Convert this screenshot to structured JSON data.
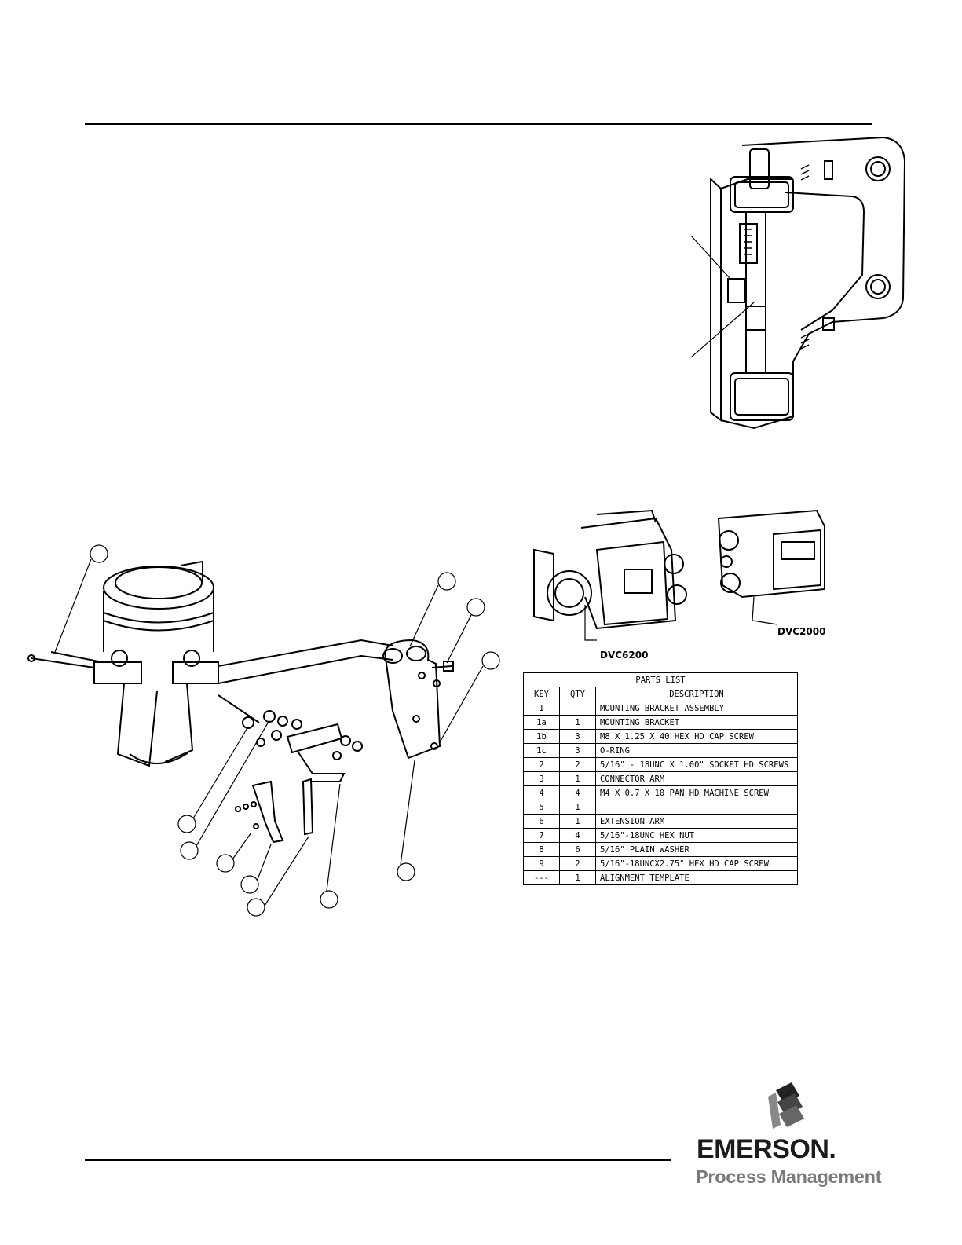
{
  "page": {
    "brand": {
      "name": "EMERSON.",
      "subtitle": "Process Management"
    }
  },
  "product_labels": {
    "dvc6200": "DVC6200",
    "dvc2000": "DVC2000"
  },
  "parts_list": {
    "title": "PARTS LIST",
    "headers": {
      "key": "KEY",
      "qty": "QTY",
      "description": "DESCRIPTION"
    },
    "rows": [
      {
        "key": "1",
        "qty": "",
        "description": "MOUNTING BRACKET ASSEMBLY"
      },
      {
        "key": "1a",
        "qty": "1",
        "description": "MOUNTING BRACKET"
      },
      {
        "key": "1b",
        "qty": "3",
        "description": "M8 X 1.25 X 40 HEX HD CAP SCREW"
      },
      {
        "key": "1c",
        "qty": "3",
        "description": "O-RING"
      },
      {
        "key": "2",
        "qty": "2",
        "description": "5/16\" - 18UNC X 1.00\" SOCKET HD SCREWS"
      },
      {
        "key": "3",
        "qty": "1",
        "description": "CONNECTOR ARM"
      },
      {
        "key": "4",
        "qty": "4",
        "description": "M4 X 0.7 X 10 PAN HD MACHINE SCREW"
      },
      {
        "key": "5",
        "qty": "1",
        "description": ""
      },
      {
        "key": "6",
        "qty": "1",
        "description": "EXTENSION ARM"
      },
      {
        "key": "7",
        "qty": "4",
        "description": "5/16\"-18UNC HEX NUT"
      },
      {
        "key": "8",
        "qty": "6",
        "description": "5/16\" PLAIN WASHER"
      },
      {
        "key": "9",
        "qty": "2",
        "description": "5/16\"-18UNCX2.75\" HEX HD CAP SCREW"
      },
      {
        "key": "---",
        "qty": "1",
        "description": "ALIGNMENT TEMPLATE"
      }
    ]
  }
}
